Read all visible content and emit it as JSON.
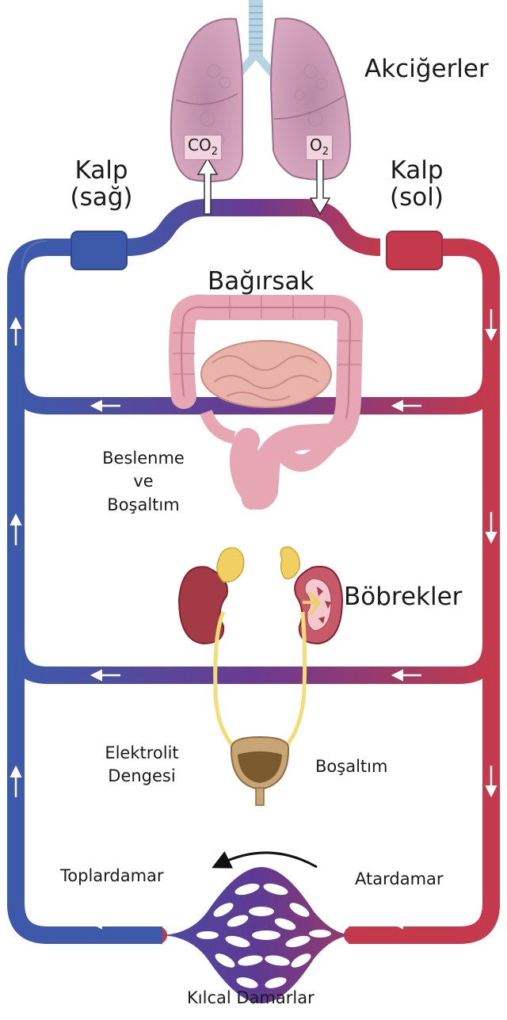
{
  "labels": {
    "lungs": "Akciğerler",
    "co2_main": "CO",
    "co2_sub": "2",
    "o2_main": "O",
    "o2_sub": "2",
    "heart_right_line1": "Kalp",
    "heart_right_line2": "(sağ)",
    "heart_left_line1": "Kalp",
    "heart_left_line2": "(sol)",
    "intestine": "Bağırsak",
    "nutrition_line1": "Beslenme",
    "nutrition_line2": "ve",
    "nutrition_line3": "Boşaltım",
    "kidneys": "Böbrekler",
    "electrolyte_line1": "Elektrolit",
    "electrolyte_line2": "Dengesi",
    "excretion": "Boşaltım",
    "vein": "Toplardamar",
    "artery": "Atardamar",
    "capillaries": "Kılcal Damarlar"
  },
  "colors": {
    "venous_blue": "#3d5aaa",
    "arterial_red": "#c43a4c",
    "mixed_purple": "#6a3a90",
    "lung_pink": "#cf9bb5",
    "intestine_pink": "#e7a6b3",
    "kidney_red": "#a33a45",
    "adrenal_yellow": "#f0d060",
    "ureter_yellow": "#f3dd7a",
    "bladder_tan": "#c8a574"
  },
  "icons": [
    "lungs",
    "trachea",
    "right-heart",
    "left-heart",
    "intestine",
    "kidney",
    "kidney-section",
    "bladder",
    "capillary-bed",
    "flow-arrow"
  ]
}
